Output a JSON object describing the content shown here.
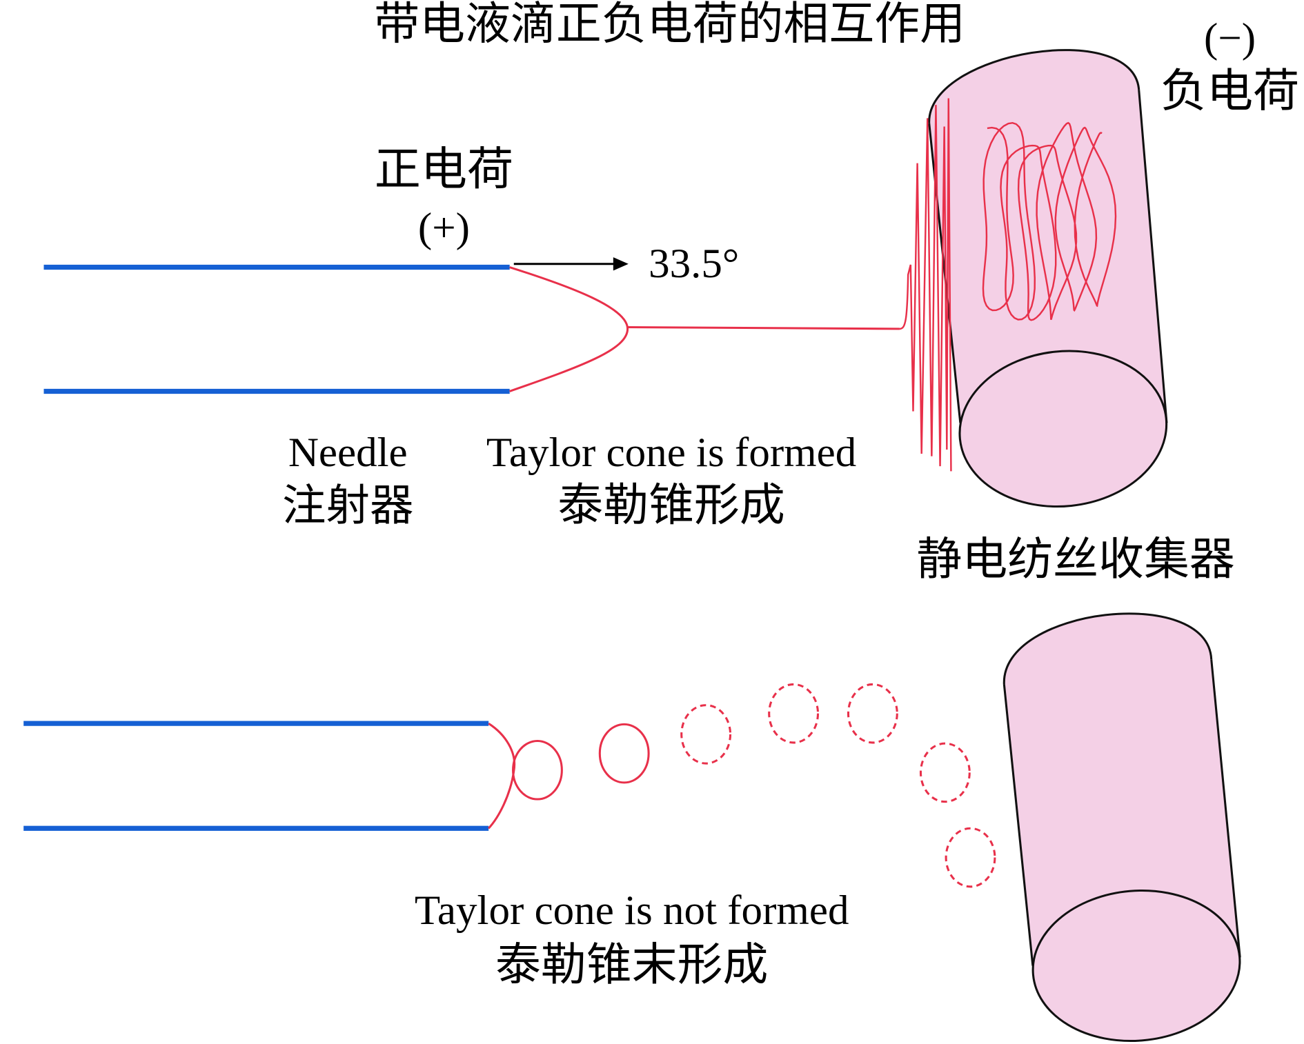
{
  "title": "带电液滴正负电荷的相互作用",
  "collector_charge": {
    "sign": "(−)",
    "label": "负电荷"
  },
  "needle_charge": {
    "label": "正电荷",
    "sign": "(+)"
  },
  "angle": "33.5°",
  "labels": {
    "needle_en": "Needle",
    "needle_zh": "注射器",
    "cone_formed_en": "Taylor cone is formed",
    "cone_formed_zh": "泰勒锥形成",
    "collector_zh": "静电纺丝收集器",
    "cone_not_formed_en": "Taylor cone is not formed",
    "cone_not_formed_zh": "泰勒锥末形成"
  },
  "colors": {
    "needle": "#1560d4",
    "fluid": "#e8304a",
    "collector_fill": "#f4d0e6",
    "arrow": "#000000"
  }
}
